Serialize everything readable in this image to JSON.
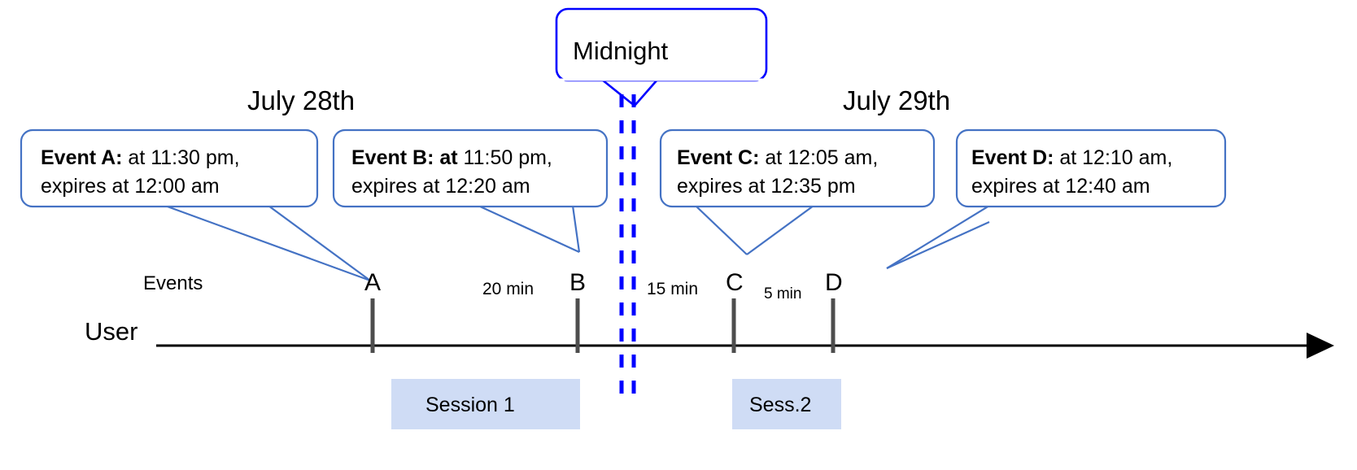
{
  "diagram": {
    "title_bubble": {
      "label": "Midnight"
    },
    "day_labels": [
      {
        "name": "day-label-left",
        "text": "July 28th"
      },
      {
        "name": "day-label-right",
        "text": "July 29th"
      }
    ],
    "callouts": [
      {
        "id": "event-a",
        "bold": "Event A:",
        "line1_rest": " at 11:30 pm,",
        "line2": "expires at 12:00 am"
      },
      {
        "id": "event-b",
        "bold": "Event B: at",
        "line1_rest": " 11:50 pm,",
        "line2": "expires at 12:20 am"
      },
      {
        "id": "event-c",
        "bold": "Event C:",
        "line1_rest": " at 12:05 am,",
        "line2": "expires at 12:35 pm"
      },
      {
        "id": "event-d",
        "bold": "Event D:",
        "line1_rest": "  at 12:10 am,",
        "line2": "expires at 12:40 am"
      }
    ],
    "axis": {
      "row_label": "User",
      "events_label": "Events"
    },
    "event_ticks": [
      {
        "id": "tick-a",
        "label": "A"
      },
      {
        "id": "tick-b",
        "label": "B"
      },
      {
        "id": "tick-c",
        "label": "C"
      },
      {
        "id": "tick-d",
        "label": "D"
      }
    ],
    "gap_labels": [
      {
        "id": "gap-a-b",
        "text": "20 min"
      },
      {
        "id": "gap-b-c",
        "text": "15 min"
      },
      {
        "id": "gap-c-d",
        "text": "5 min"
      }
    ],
    "sessions": [
      {
        "id": "session-1",
        "label": "Session 1"
      },
      {
        "id": "session-2",
        "label": "Sess.2"
      }
    ],
    "colors": {
      "callout_border": "#4472c4",
      "midnight_border": "#0000ff",
      "session_fill": "#cfdcf5",
      "tick": "#4d4d4d",
      "axis": "#000000"
    }
  }
}
